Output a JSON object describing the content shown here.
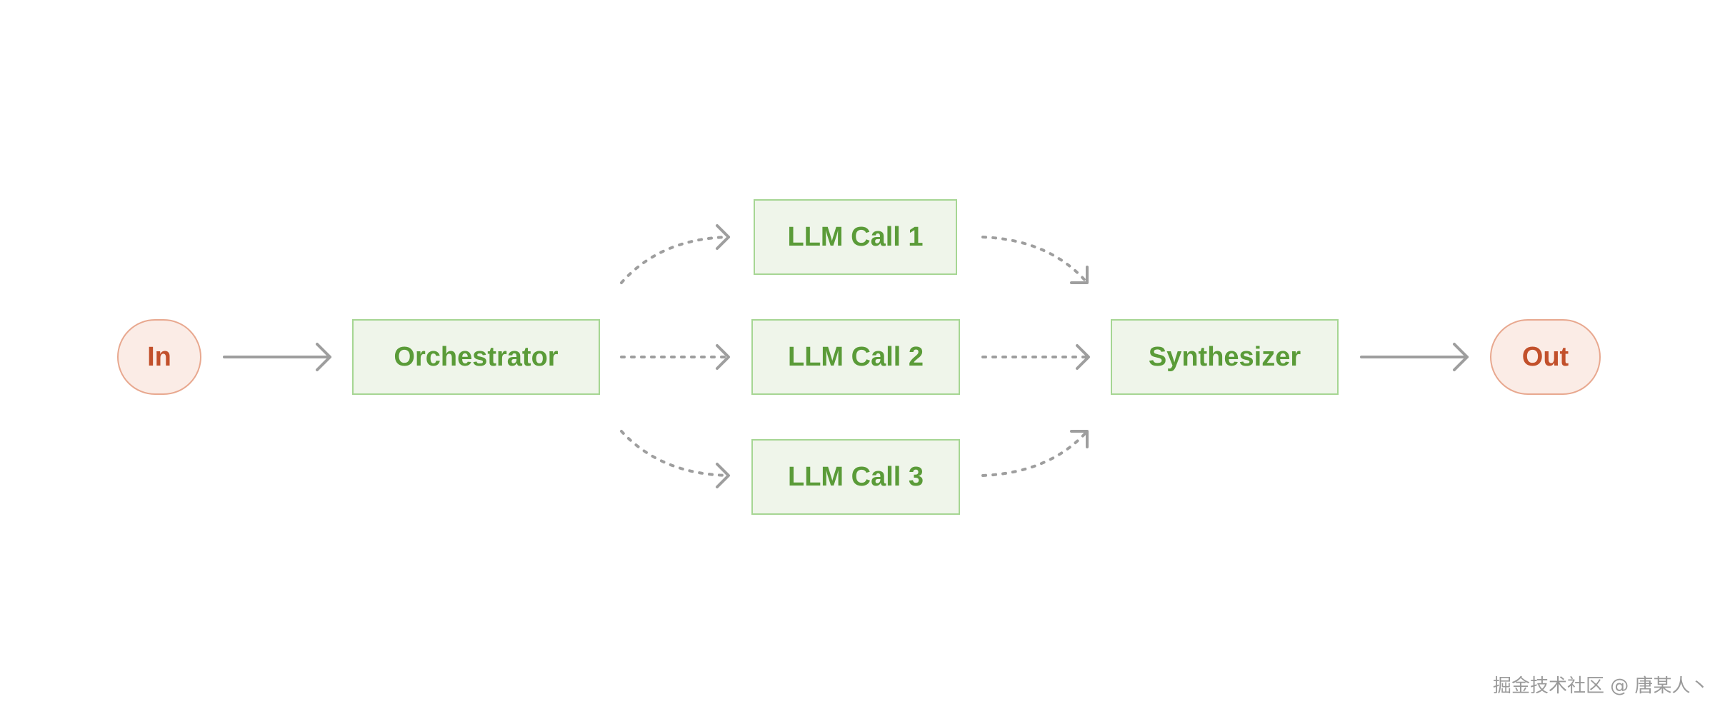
{
  "diagram": {
    "nodes": {
      "input": "In",
      "orchestrator": "Orchestrator",
      "llm_call_1": "LLM Call 1",
      "llm_call_2": "LLM Call 2",
      "llm_call_3": "LLM Call 3",
      "synthesizer": "Synthesizer",
      "output": "Out"
    },
    "colors": {
      "pill_fill": "#fbece6",
      "pill_border": "#e8a88f",
      "pill_text": "#c2502b",
      "box_fill": "#eff5ea",
      "box_border": "#a6d693",
      "box_text": "#5a9b38",
      "arrow": "#9e9e9e"
    }
  },
  "watermark": "掘金技术社区 @ 唐某人丶"
}
